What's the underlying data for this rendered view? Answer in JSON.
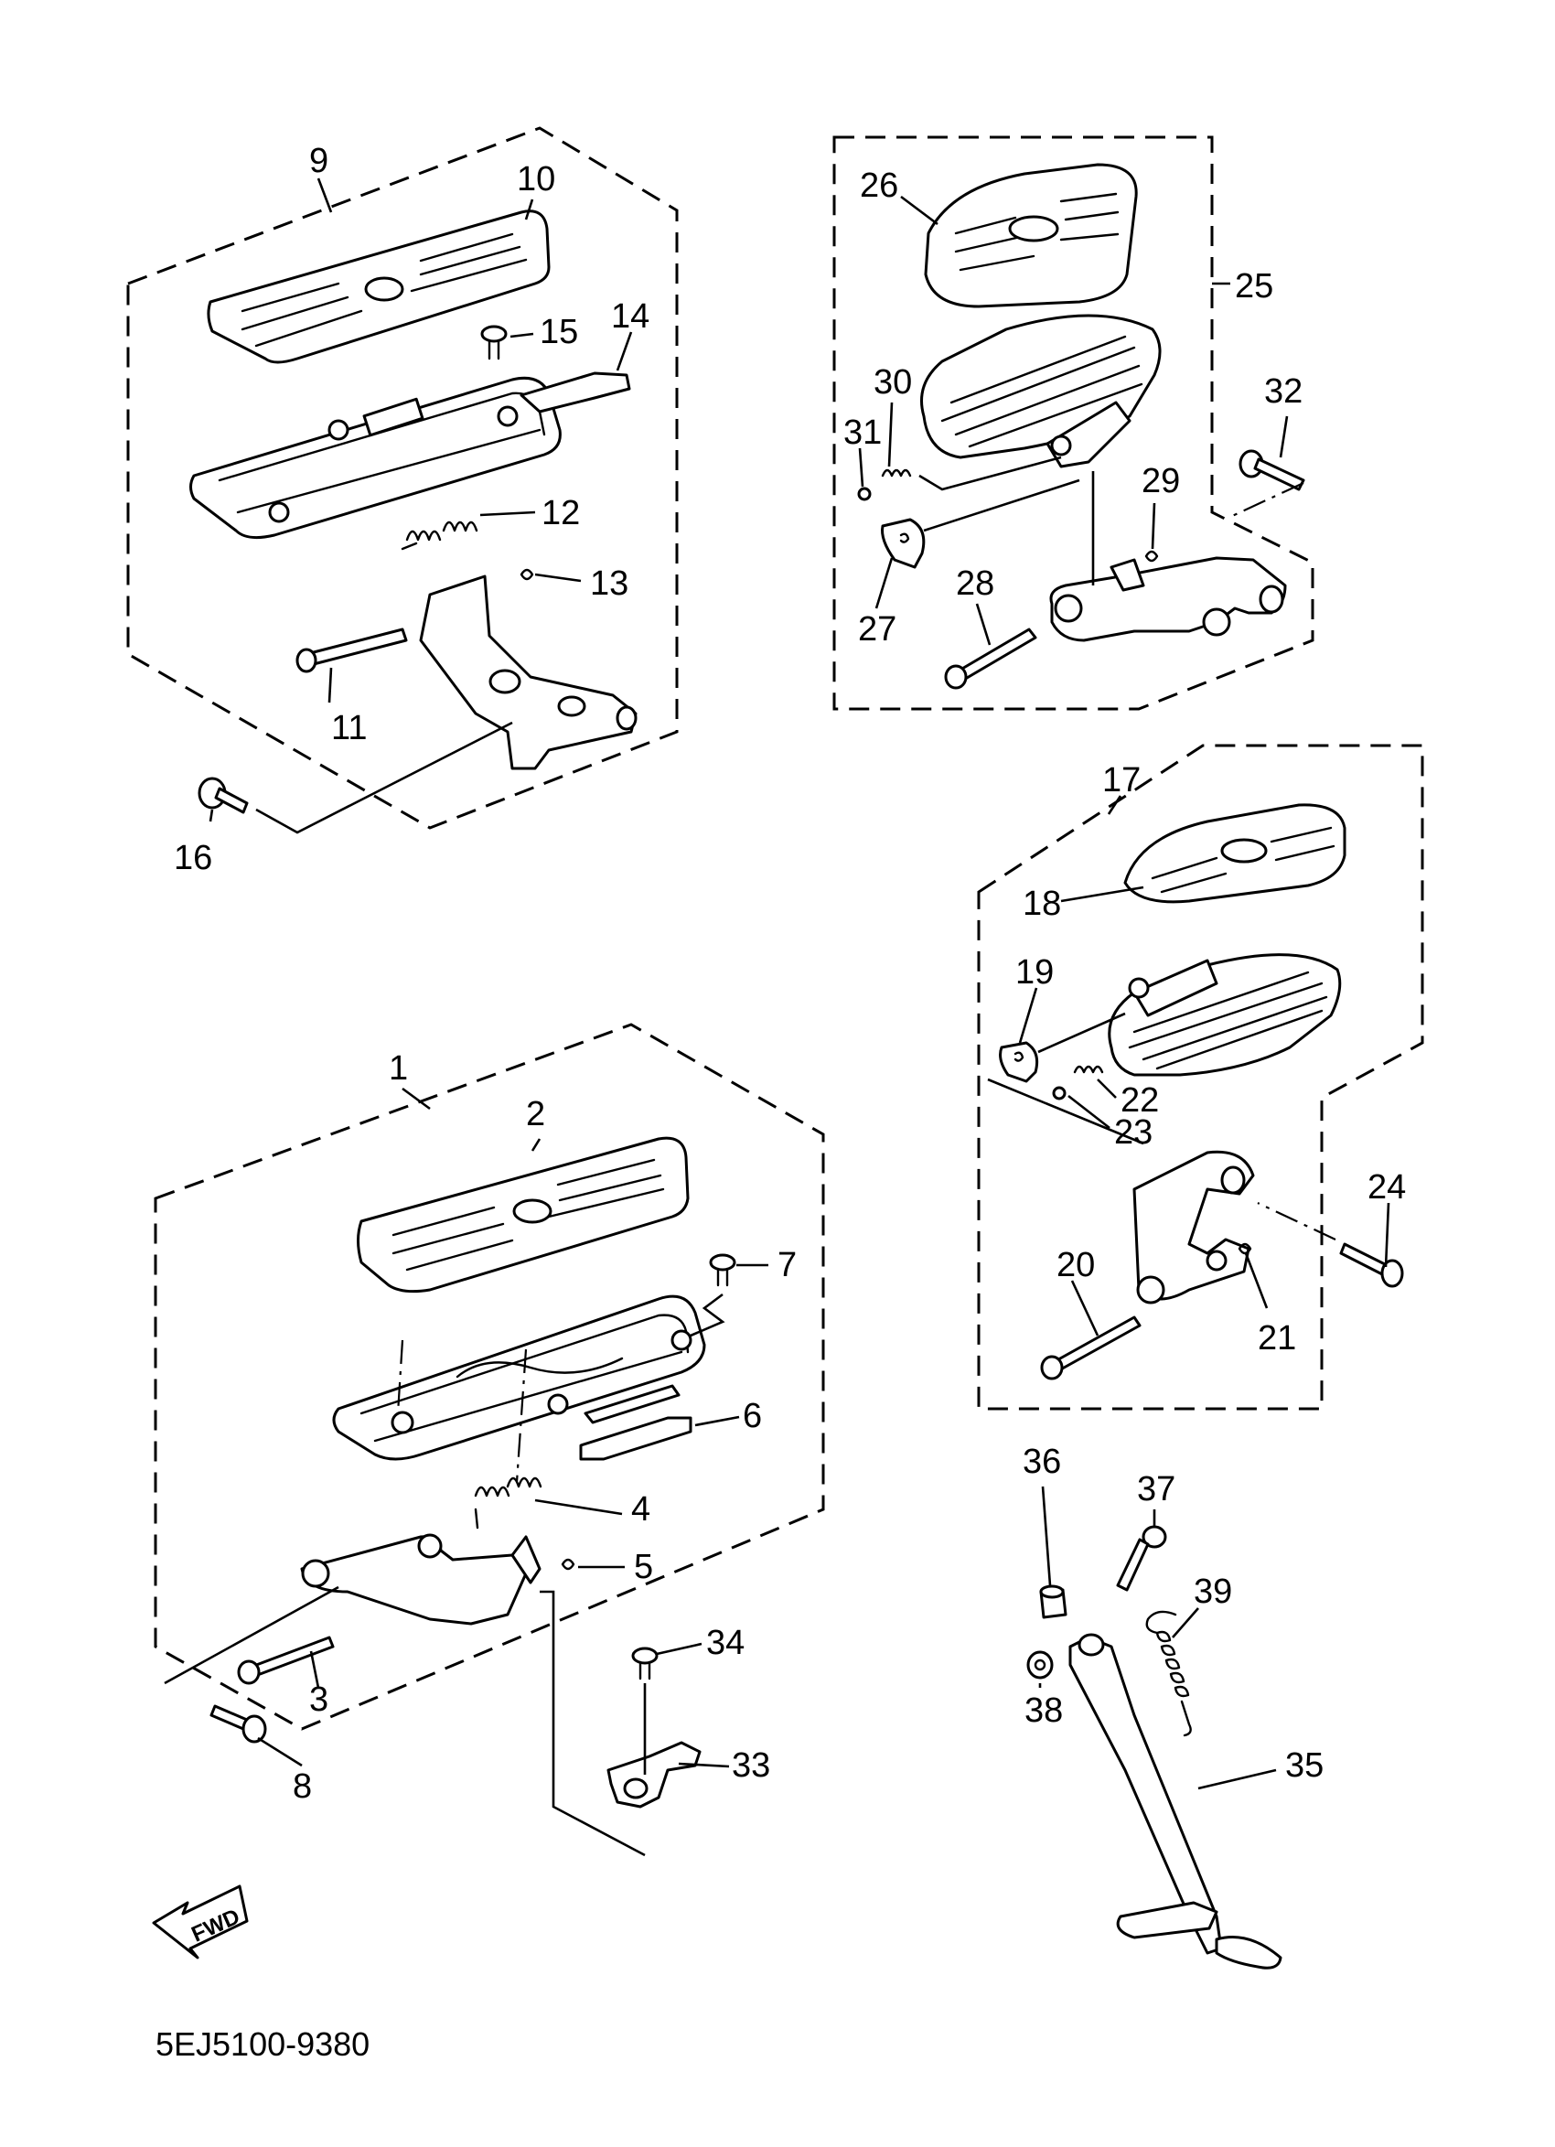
{
  "diagram_code": "5EJ5100-9380",
  "fwd_label": "FWD",
  "callouts": {
    "c1": "1",
    "c2": "2",
    "c3": "3",
    "c4": "4",
    "c5": "5",
    "c6": "6",
    "c7": "7",
    "c8": "8",
    "c9": "9",
    "c10": "10",
    "c11": "11",
    "c12": "12",
    "c13": "13",
    "c14": "14",
    "c15": "15",
    "c16": "16",
    "c17": "17",
    "c18": "18",
    "c19": "19",
    "c20": "20",
    "c21": "21",
    "c22": "22",
    "c23": "23",
    "c24": "24",
    "c25": "25",
    "c26": "26",
    "c27": "27",
    "c28": "28",
    "c29": "29",
    "c30": "30",
    "c31": "31",
    "c32": "32",
    "c33": "33",
    "c34": "34",
    "c35": "35",
    "c36": "36",
    "c37": "37",
    "c38": "38",
    "c39": "39"
  }
}
